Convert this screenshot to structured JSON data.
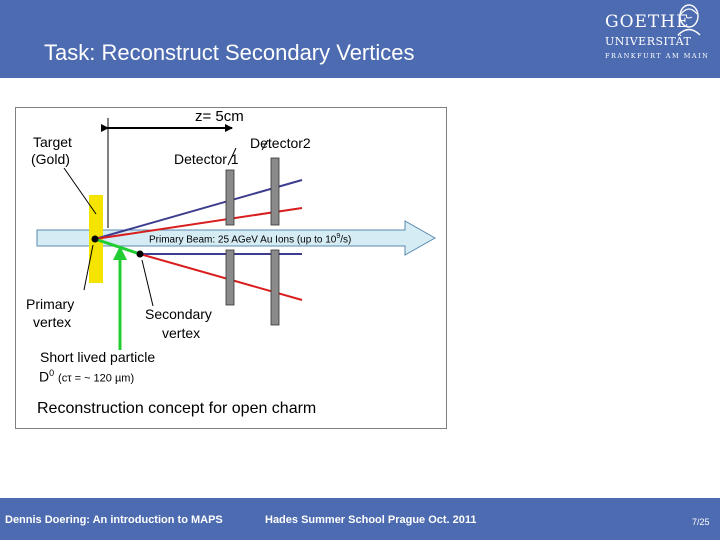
{
  "slide": {
    "title": "Task: Reconstruct Secondary Vertices",
    "logo": {
      "name": "GOETHE",
      "university": "UNIVERSITÄT",
      "city": "FRANKFURT AM MAIN"
    }
  },
  "figure": {
    "distance_label": "z= 5cm",
    "target_label_line1": "Target",
    "target_label_line2": "(Gold)",
    "detector2_label": "Detector2",
    "detector1_label": "Detector 1",
    "beam_label_prefix": "Primary Beam: 25 AGeV Au Ions (up to 10",
    "beam_label_exp": "9",
    "beam_label_suffix": "/s)",
    "primary_vertex_line1": "Primary",
    "primary_vertex_line2": "vertex",
    "secondary_vertex_line1": "Secondary",
    "secondary_vertex_line2": "vertex",
    "short_lived": "Short lived particle",
    "d0_name": "D",
    "d0_sup": "0",
    "d0_detail": "(cτ = ~ 120 µm)",
    "concept": "Reconstruction concept for open charm",
    "colors": {
      "beam_fill": "#d6ecf5",
      "target": "#f5e400",
      "blue_track": "#3d3d8f",
      "red_track": "#d81e1e",
      "green_track": "#22cc33",
      "detector": "#8a8a8a"
    }
  },
  "footer": {
    "author": "Dennis Doering: An introduction to MAPS",
    "school": "Hades Summer School Prague Oct. 2011",
    "page": "7/25"
  }
}
